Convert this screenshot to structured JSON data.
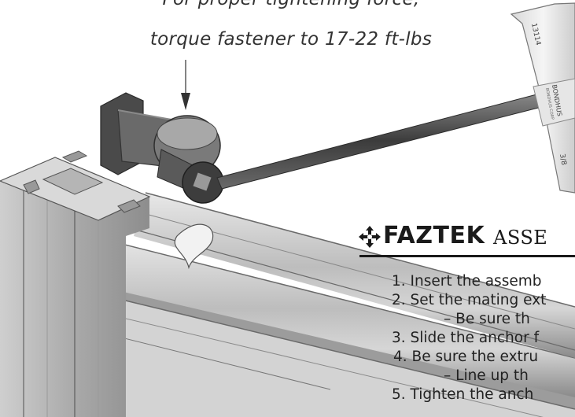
{
  "callout": {
    "line1": "For proper tightening force,",
    "line2": "torque fastener to 17-22 ft-lbs"
  },
  "wrench": {
    "label_top": "13114",
    "label_brand": "BONDHUS",
    "label_brand_sub": "BONDHUS CORP",
    "label_size": "3/8"
  },
  "brand": {
    "logo_icon": "four-way-arrow-icon",
    "name": "FAZTEK",
    "title": "ASSE"
  },
  "steps": [
    "1. Insert the assemb",
    "2. Set the mating ext",
    "– Be sure th",
    "3.  Slide the anchor f",
    "4.  Be sure the extru",
    "– Line up th",
    "5.  Tighten the anch"
  ],
  "colors": {
    "background": "#ffffff",
    "text": "#1a1a1a",
    "aluminum": "#c9c9c9",
    "aluminum_shadow": "#7a7a7a",
    "fastener": "#5a5a5a"
  }
}
